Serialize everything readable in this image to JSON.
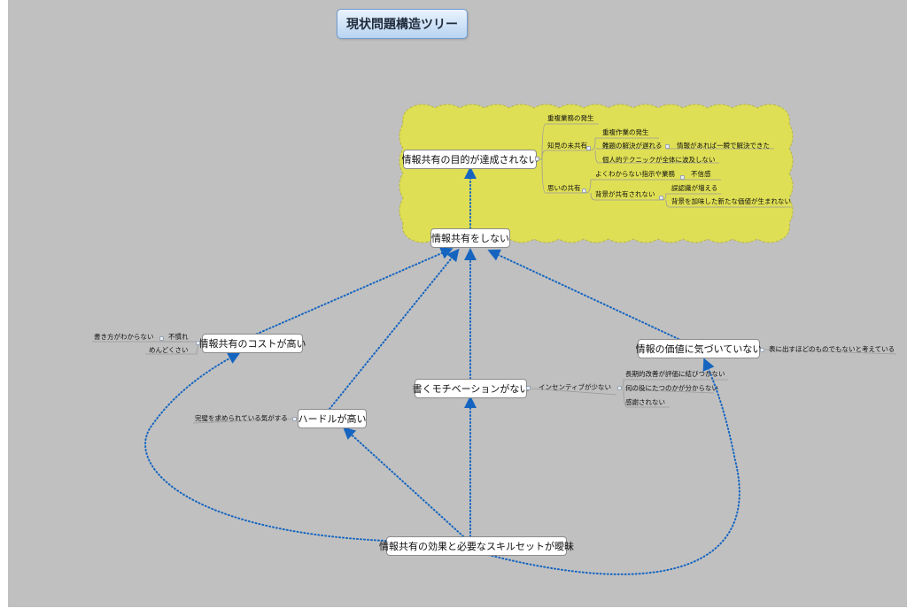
{
  "title": "現状問題構造ツリー",
  "colors": {
    "canvas": "#c0c0c0",
    "cloud": "#dfdf55",
    "cloud_border": "#b8b83a",
    "arrow": "#1565c0",
    "branch_line": "#9a9a9a"
  },
  "nodes": {
    "goal": "情報共有の目的が達成されない",
    "no_share": "情報共有をしない",
    "cost_high": "情報共有のコストが高い",
    "hurdle_high": "ハードルが高い",
    "no_motivation": "書くモチベーションがない",
    "no_value": "情報の価値に気づいていない",
    "root": "情報共有の効果と必要なスキルセットが曖昧"
  },
  "goal_branches": {
    "duplicate_work": "重複業務の発生",
    "knowledge": {
      "label": "知見の未共有",
      "items": {
        "dup_task": "重複作業の発生",
        "slow_solve": "難題の解決が遅れる",
        "instant": "情報があれば一瞬で解決できた",
        "personal_tech": "個人的テクニックが全体に波及しない"
      }
    },
    "thought": {
      "label": "思いの共有",
      "items": {
        "unclear_instr": "よくわからない指示や業務",
        "distrust": "不信感",
        "no_background": "背景が共有されない",
        "misunderstand": "誤認識が増える",
        "no_value_add": "背景を加味した新たな価値が生まれない"
      }
    }
  },
  "side_notes": {
    "cost_write": "書き方がわからない",
    "cost_unfamiliar": "不慣れ",
    "cost_tedious": "めんどくさい",
    "hurdle_perfect": "完璧を求められている気がする",
    "incentive": "インセンティブが少ない",
    "incentive_eval": "長期的改善が評価に結びつかない",
    "incentive_useful": "何の役にたつのかが分からない",
    "incentive_thanks": "感謝されない",
    "value_note": "表に出すほどのものでもないと考えている"
  }
}
